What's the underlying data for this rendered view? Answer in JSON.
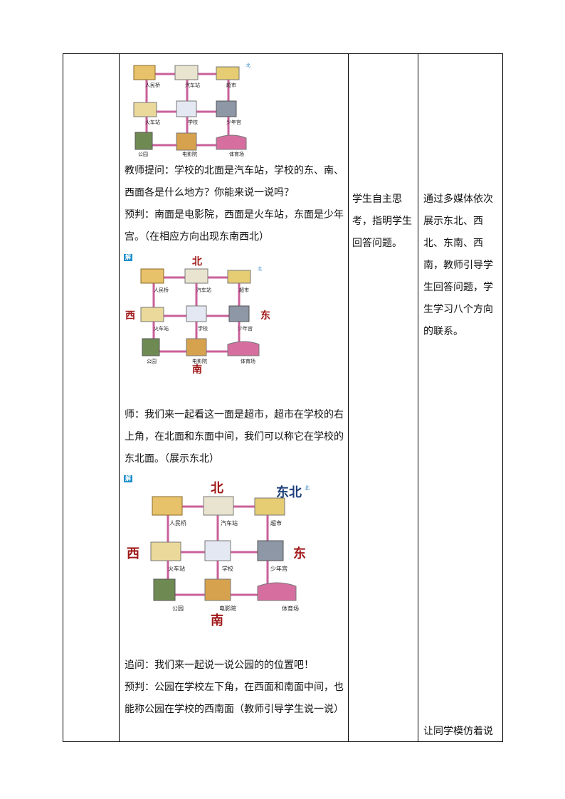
{
  "col2": {
    "para1": "教师提问：学校的北面是汽车站，学校的东、南、西面各是什么地方？你能来说一说吗？",
    "para2": "预判：南面是电影院，西面是火车站，东面是少年宫。（在相应方向出现东南西北）",
    "para3": "师：我们来一起看这一面是超市，超市在学校的右上角，在北面和东面中间，我们可以称它在学校的东北面。（展示东北）",
    "para4": "追问：我们来一起说一说公园的的位置吧！",
    "para5": "预判：公园在学校左下角，在西面和南面中间，也能称公园在学校的西南面（教师引导学生说一说）"
  },
  "col3": {
    "text": "学生自主思考，指明学生回答问题。"
  },
  "col4": {
    "text": "通过多媒体依次展示东北、西北、东南、西南，教师引导学生回答问题，学生学习八个方向的联系。",
    "bottom": "让同学模仿着说"
  },
  "map": {
    "places": {
      "people_bridge": "人民桥",
      "bus_station": "汽车站",
      "supermarket": "超市",
      "train_station": "火车站",
      "school": "学校",
      "youth_palace": "少年宫",
      "park": "公园",
      "cinema": "电影院",
      "stadium": "体育场"
    },
    "directions": {
      "north": "北",
      "south": "南",
      "west": "西",
      "east": "东",
      "northeast": "东北"
    },
    "north_marker": "北",
    "badge1": "解",
    "badge2": "解"
  },
  "colors": {
    "direction_red": "#a01818",
    "direction_blue": "#1d3f7a",
    "road": "#c9609a"
  }
}
